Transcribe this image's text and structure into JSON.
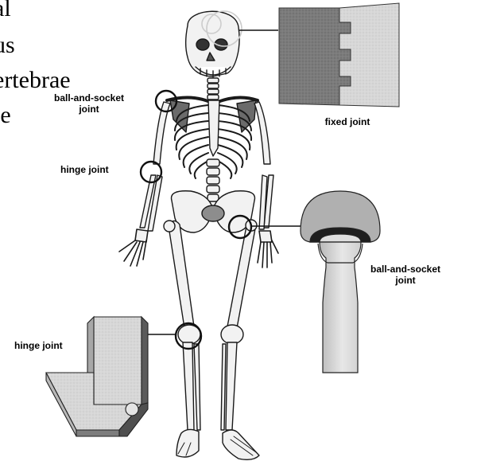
{
  "text_fragments": {
    "line1": "al",
    "line2": "us",
    "line3": "ertebrae",
    "line4": "ie"
  },
  "labels": {
    "ball_socket_top_line1": "ball-and-socket",
    "ball_socket_top_line2": "joint",
    "fixed_joint": "fixed joint",
    "hinge_joint_arm": "hinge joint",
    "ball_socket_right_line1": "ball-and-socket",
    "ball_socket_right_line2": "joint",
    "hinge_joint_knee": "hinge joint"
  },
  "colors": {
    "bone_fill": "#f2f2f2",
    "bone_stroke": "#1a1a1a",
    "dark_gray": "#6f6f6f",
    "mid_gray": "#a9a9a9",
    "light_gray": "#d6d6d6",
    "black": "#111111"
  }
}
